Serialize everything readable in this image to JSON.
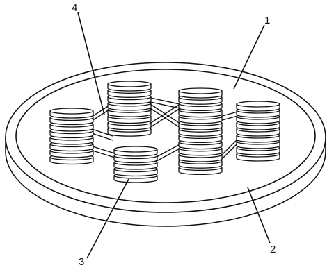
{
  "labels": {
    "label_1": "1",
    "label_2": "2",
    "label_3": "3",
    "label_4": "4"
  },
  "colors": {
    "line": "#111111",
    "fill": "#ffffff"
  }
}
